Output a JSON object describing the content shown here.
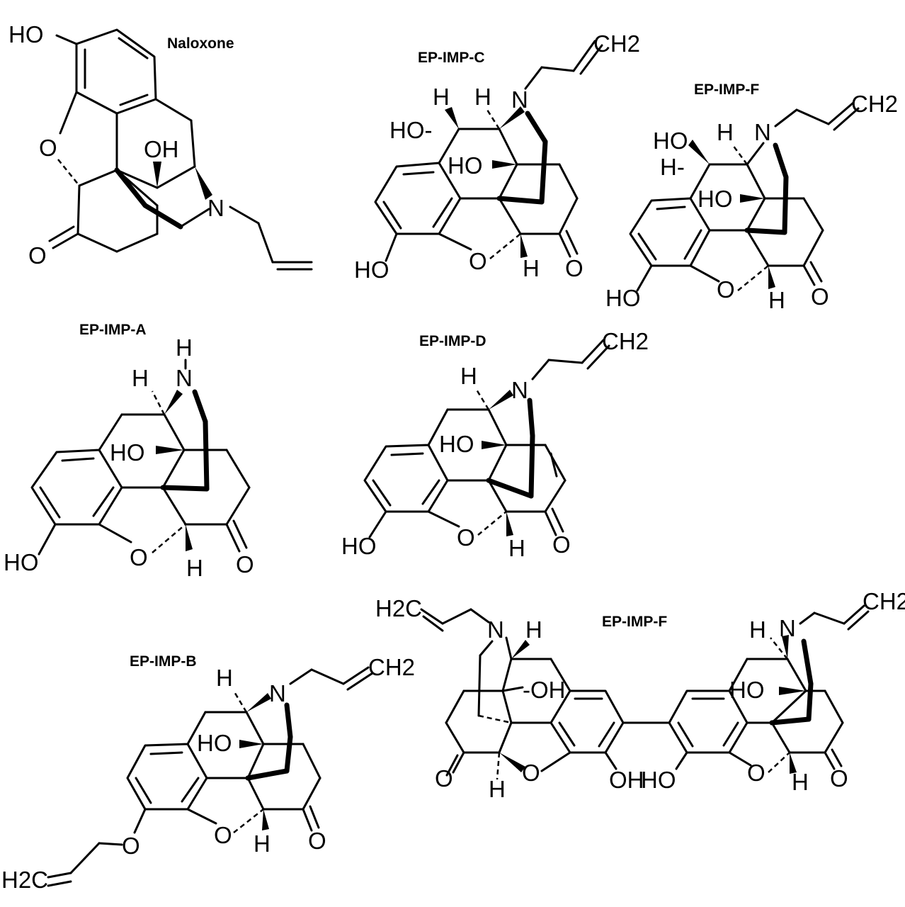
{
  "structures": [
    {
      "id": "naloxone",
      "name": "Naloxone",
      "labels": [
        "HO",
        "O",
        "OH",
        "N",
        "O"
      ]
    },
    {
      "id": "ep-imp-c",
      "name": "EP-IMP-C",
      "labels": [
        "CH2",
        "H",
        "H",
        "N",
        "HO-",
        "HO",
        "HO",
        "O",
        "H",
        "O"
      ]
    },
    {
      "id": "ep-imp-f-1",
      "name": "EP-IMP-F",
      "labels": [
        "CH2",
        "HO",
        "H",
        "H-",
        "N",
        "HO",
        "HO",
        "O",
        "H",
        "O"
      ]
    },
    {
      "id": "ep-imp-a",
      "name": "EP-IMP-A",
      "labels": [
        "H",
        "H",
        "N",
        "HO",
        "HO",
        "O",
        "H",
        "O"
      ]
    },
    {
      "id": "ep-imp-d",
      "name": "EP-IMP-D",
      "labels": [
        "CH2",
        "H",
        "N",
        "HO",
        "HO",
        "O",
        "H",
        "O"
      ]
    },
    {
      "id": "ep-imp-b",
      "name": "EP-IMP-B",
      "labels": [
        "H",
        "N",
        "CH2",
        "HO",
        "O",
        "H2C",
        "O",
        "H",
        "O"
      ]
    },
    {
      "id": "ep-imp-f-2",
      "name": "EP-IMP-F",
      "labels": [
        "H2C",
        "N",
        "H",
        "-OH",
        "O",
        "O",
        "H",
        "OH",
        "HO",
        "H",
        "N",
        "CH2",
        "HO",
        "O",
        "H",
        "O"
      ]
    }
  ]
}
